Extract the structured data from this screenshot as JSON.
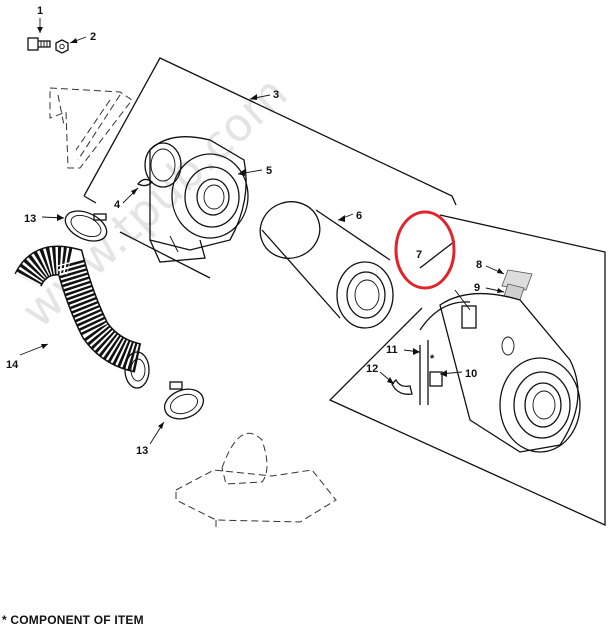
{
  "watermark": "www.tpub.com",
  "footnote": "* COMPONENT OF ITEM",
  "asterisk": "*",
  "callouts": {
    "c1": "1",
    "c2": "2",
    "c3": "3",
    "c4": "4",
    "c5": "5",
    "c6": "6",
    "c7": "7",
    "c8": "8",
    "c9": "9",
    "c10": "10",
    "c11": "11",
    "c12": "12",
    "c13a": "13",
    "c13b": "13",
    "c14": "14"
  },
  "highlight_color": "#e0242a"
}
